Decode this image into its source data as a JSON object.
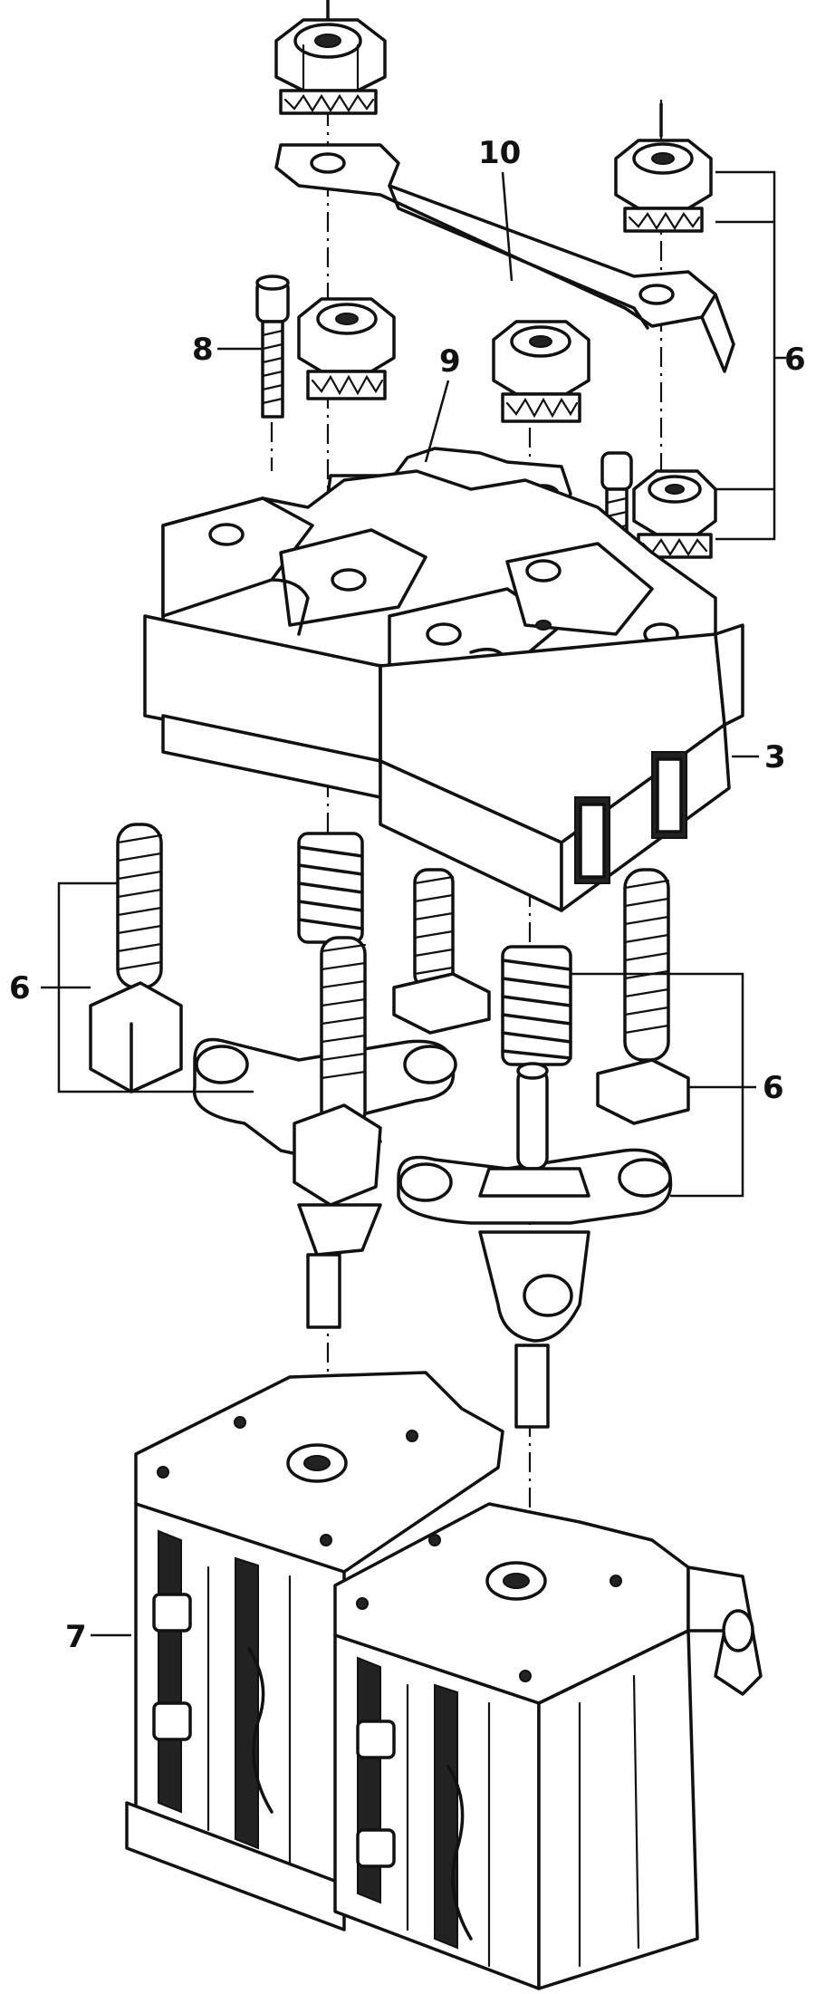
{
  "callouts": {
    "c10": "10",
    "c8": "8",
    "c9": "9",
    "c6_top_right": "6",
    "c3": "3",
    "c6_left": "6",
    "c6_right": "6",
    "c7": "7"
  },
  "colors": {
    "ink": "#111111",
    "paper": "#ffffff"
  }
}
